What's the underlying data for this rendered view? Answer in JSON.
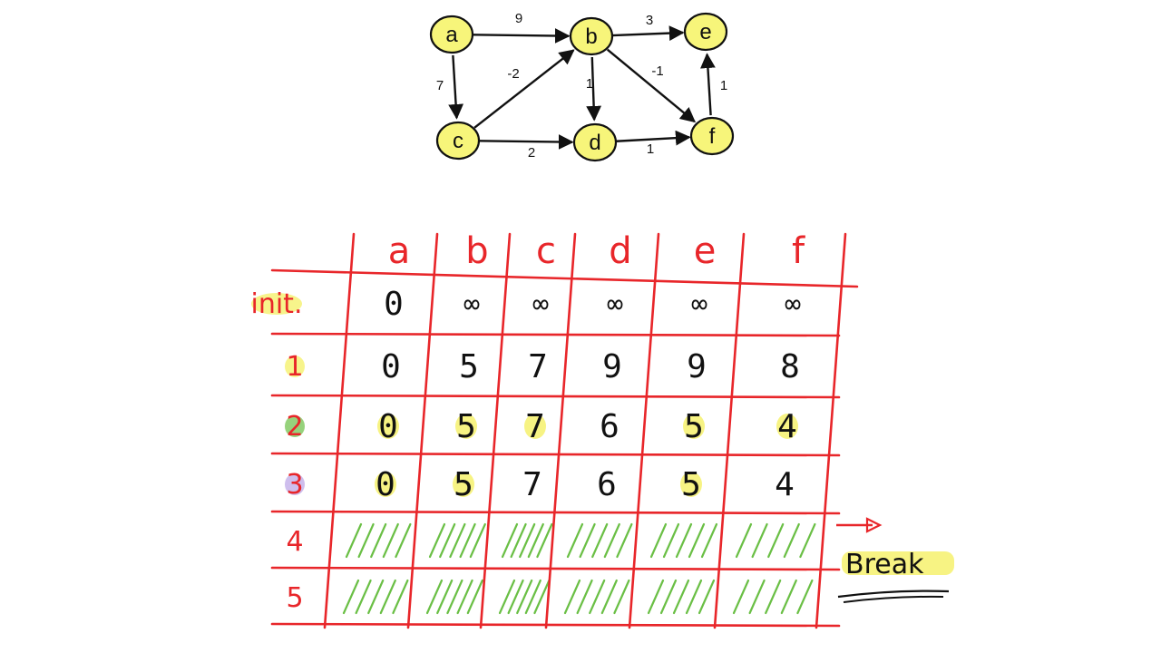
{
  "graph": {
    "nodes": [
      {
        "id": "a",
        "label": "a"
      },
      {
        "id": "b",
        "label": "b"
      },
      {
        "id": "c",
        "label": "c"
      },
      {
        "id": "d",
        "label": "d"
      },
      {
        "id": "e",
        "label": "e"
      },
      {
        "id": "f",
        "label": "f"
      }
    ],
    "edges": [
      {
        "from": "a",
        "to": "b",
        "weight": "9"
      },
      {
        "from": "a",
        "to": "c",
        "weight": "7"
      },
      {
        "from": "c",
        "to": "b",
        "weight": "-2"
      },
      {
        "from": "b",
        "to": "e",
        "weight": "3"
      },
      {
        "from": "b",
        "to": "d",
        "weight": "1"
      },
      {
        "from": "b",
        "to": "f",
        "weight": "-1"
      },
      {
        "from": "c",
        "to": "d",
        "weight": "2"
      },
      {
        "from": "d",
        "to": "f",
        "weight": "1"
      },
      {
        "from": "f",
        "to": "e",
        "weight": "1"
      }
    ]
  },
  "table": {
    "columns": [
      "a",
      "b",
      "c",
      "d",
      "e",
      "f"
    ],
    "rows": [
      {
        "label": "init.",
        "values": [
          "0",
          "∞",
          "∞",
          "∞",
          "∞",
          "∞"
        ],
        "highlighted": [],
        "hatched": false,
        "label_highlight": "#f4ef5a"
      },
      {
        "label": "1",
        "values": [
          "0",
          "5",
          "7",
          "9",
          "9",
          "8"
        ],
        "highlighted": [],
        "hatched": false,
        "label_highlight": "#f4ef5a"
      },
      {
        "label": "2",
        "values": [
          "0",
          "5",
          "7",
          "6",
          "5",
          "4"
        ],
        "highlighted": [
          0,
          1,
          2,
          4,
          5
        ],
        "hatched": false,
        "label_highlight": "#6abf45"
      },
      {
        "label": "3",
        "values": [
          "0",
          "5",
          "7",
          "6",
          "5",
          "4"
        ],
        "highlighted": [
          0,
          1,
          4
        ],
        "hatched": false,
        "label_highlight": "#b9a2e6"
      },
      {
        "label": "4",
        "values": [],
        "highlighted": [],
        "hatched": true,
        "label_highlight": ""
      },
      {
        "label": "5",
        "values": [],
        "highlighted": [],
        "hatched": true,
        "label_highlight": ""
      }
    ]
  },
  "annotation": {
    "text": "Break"
  },
  "colors": {
    "grid": "#e8262a",
    "node_fill": "#f7f57a",
    "highlight": "#f4ef5a",
    "hatch": "#6abf45",
    "ink": "#111111"
  }
}
